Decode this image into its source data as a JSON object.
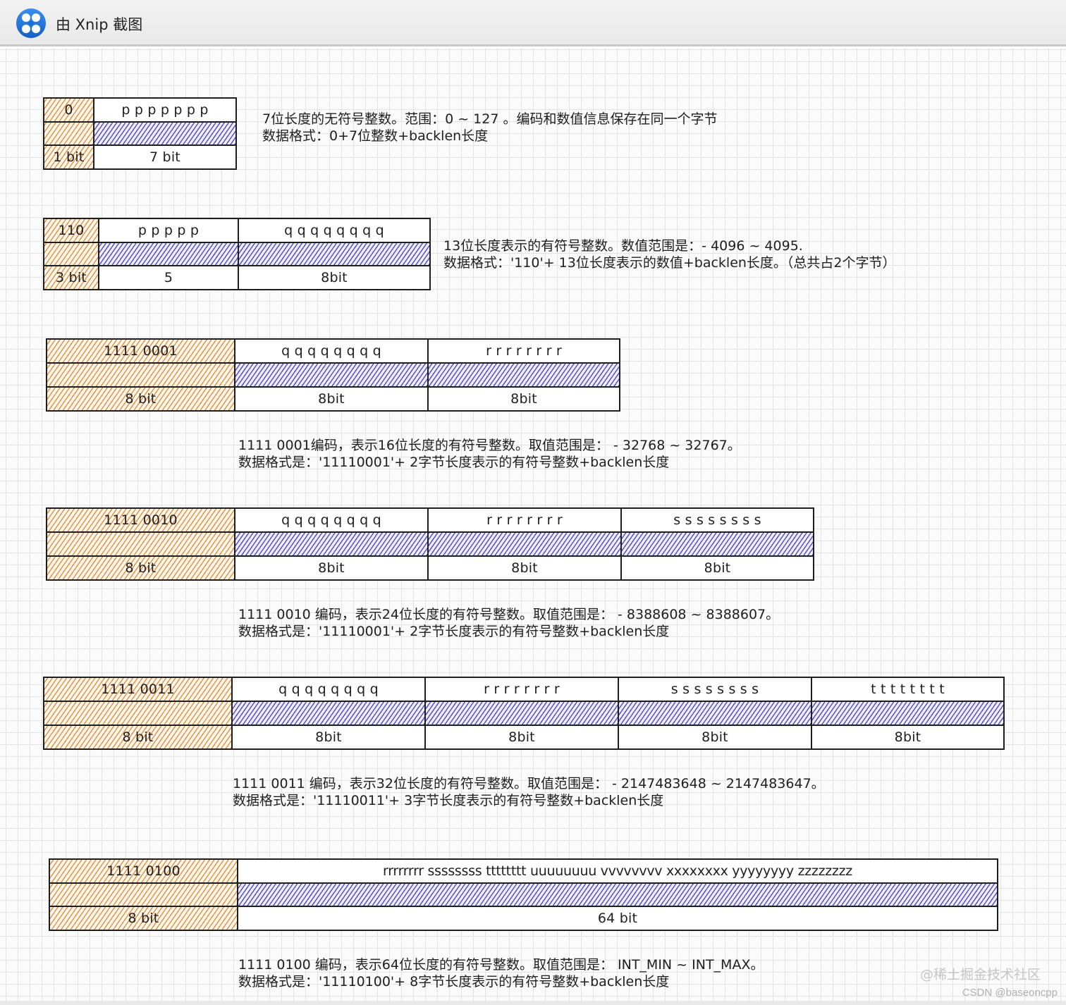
{
  "window": {
    "title": "由 Xnip 截图"
  },
  "colors": {
    "header_hatch": "#e58a2c",
    "body_hatch": "#5348c6",
    "stroke": "#1e1e1e"
  },
  "diagrams": [
    {
      "header": {
        "top": "0",
        "bottom": "1 bit"
      },
      "fields": [
        {
          "top": "p p p p p p p",
          "bottom": "7 bit"
        }
      ],
      "description": [
        "7位长度的无符号整数。范围：0 ~ 127 。编码和数值信息保存在同一个字节",
        "数据格式：0+7位整数+backlen长度"
      ]
    },
    {
      "header": {
        "top": "110",
        "bottom": "3 bit"
      },
      "fields": [
        {
          "top": "p p p p p",
          "bottom": "5"
        },
        {
          "top": "q q q q q q q q",
          "bottom": "8bit"
        }
      ],
      "description": [
        "13位长度表示的有符号整数。数值范围是：- 4096 ~ 4095.",
        "数据格式：'110'+ 13位长度表示的数值+backlen长度。（总共占2个字节）"
      ]
    },
    {
      "header": {
        "top": "1111 0001",
        "bottom": "8 bit"
      },
      "fields": [
        {
          "top": "q q q q q q q q",
          "bottom": "8bit"
        },
        {
          "top": "r r r r r r r r",
          "bottom": "8bit"
        }
      ],
      "description": [
        "1111 0001编码，表示16位长度的有符号整数。取值范围是： - 32768 ~ 32767。",
        "数据格式是：'11110001'+ 2字节长度表示的有符号整数+backlen长度"
      ]
    },
    {
      "header": {
        "top": "1111 0010",
        "bottom": "8 bit"
      },
      "fields": [
        {
          "top": "q q q q q q q q",
          "bottom": "8bit"
        },
        {
          "top": "r r r r r r r r",
          "bottom": "8bit"
        },
        {
          "top": "s s s s s s s s",
          "bottom": "8bit"
        }
      ],
      "description": [
        "1111 0010 编码，表示24位长度的有符号整数。取值范围是： - 8388608 ~ 8388607。",
        "数据格式是：'11110001'+ 2字节长度表示的有符号整数+backlen长度"
      ]
    },
    {
      "header": {
        "top": "1111 0011",
        "bottom": "8 bit"
      },
      "fields": [
        {
          "top": "q q q q q q q q",
          "bottom": "8bit"
        },
        {
          "top": "r r r r r r r r",
          "bottom": "8bit"
        },
        {
          "top": "s s s s s s s s",
          "bottom": "8bit"
        },
        {
          "top": "t t t t t t t t",
          "bottom": "8bit"
        }
      ],
      "description": [
        "1111 0011 编码，表示32位长度的有符号整数。取值范围是： - 2147483648 ~ 2147483647。",
        "数据格式是：'11110011'+ 3字节长度表示的有符号整数+backlen长度"
      ]
    },
    {
      "header": {
        "top": "1111 0100",
        "bottom": "8 bit"
      },
      "fields": [
        {
          "top": "rrrrrrrr ssssssss tttttttt uuuuuuuu vvvvvvvv xxxxxxxx yyyyyyyy zzzzzzzz",
          "bottom": "64 bit"
        }
      ],
      "description": [
        "1111 0100 编码，表示64位长度的有符号整数。取值范围是： INT_MIN ~ INT_MAX。",
        "数据格式是：'11110100'+ 8字节长度表示的有符号整数+backlen长度"
      ]
    }
  ],
  "watermark": "@稀土掘金技术社区",
  "credit": "CSDN @baseoncpp"
}
